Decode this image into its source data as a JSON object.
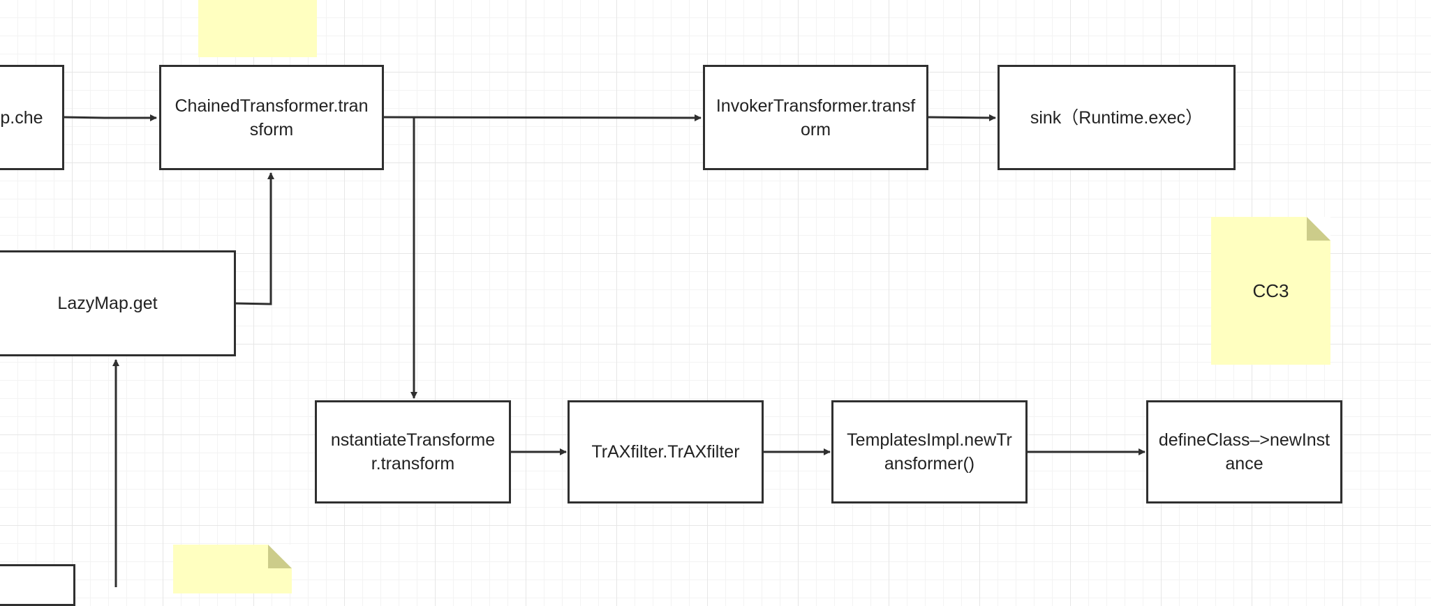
{
  "nodes": {
    "lazymap_check": "p.che",
    "chained_transform": "ChainedTransformer.transform",
    "invoker_transform": "InvokerTransformer.transform",
    "sink": "sink（Runtime.exec）",
    "lazymap_get": "LazyMap.get",
    "instantiate_transform": "nstantiateTransformer.transform",
    "trax_filter": "TrAXfilter.TrAXfilter",
    "templates_new_transformer": "TemplatesImpl.newTransformer()",
    "define_class": "defineClass–>newInstance"
  },
  "notes": {
    "cc3": "CC3"
  },
  "colors": {
    "stroke": "#2f2f2f",
    "note_fill": "#ffffc0",
    "note_fold": "#cccc8a",
    "grid_major": "#e6e6e6",
    "grid_minor": "#f3f3f3"
  }
}
